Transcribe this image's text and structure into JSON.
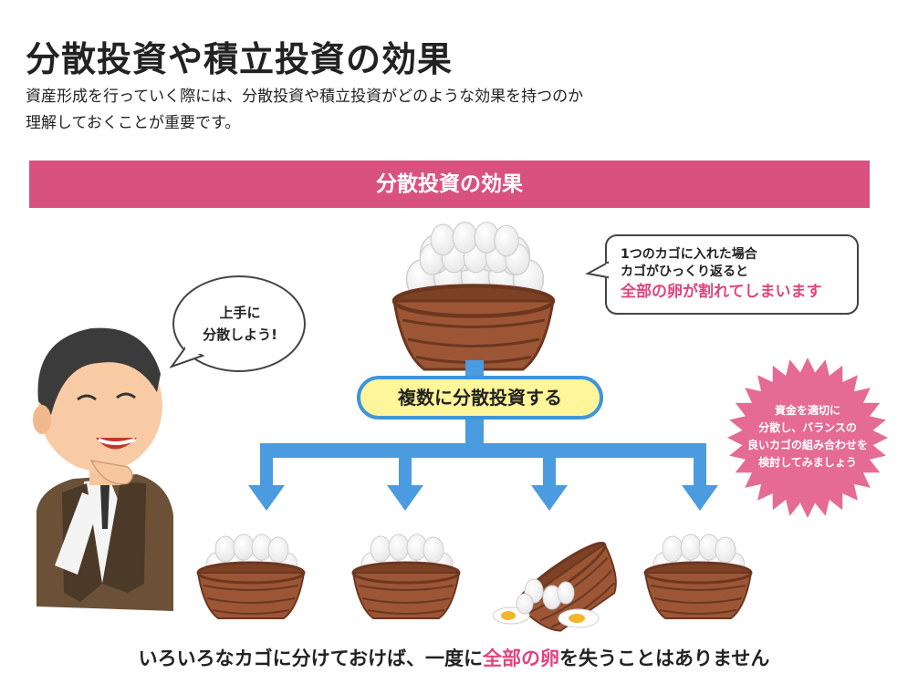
{
  "page": {
    "title": "分散投資や積立投資の効果",
    "intro_line1": "資産形成を行っていく際には、分散投資や積立投資がどのような効果を持つのか",
    "intro_line2": "理解しておくことが重要です。"
  },
  "banner": {
    "label": "分散投資の効果"
  },
  "speech_left": {
    "line1": "上手に",
    "line2": "分散しよう!"
  },
  "speech_right": {
    "line1": "1つのカゴに入れた場合",
    "line2": "カゴがひっくり返ると",
    "highlight": "全部の卵が割れてしまいます"
  },
  "center_label": "複数に分散投資する",
  "starburst": {
    "line1": "資金を適切に",
    "line2": "分散し、バランスの",
    "line3": "良いカゴの組み合わせを",
    "line4": "検討してみましょう"
  },
  "bottom": {
    "before": "いろいろなカゴに分けておけば、一度に",
    "highlight": "全部の卵",
    "after": "を失うことはありません"
  },
  "colors": {
    "banner": "#d9527f",
    "accent_text": "#e0457c",
    "arrow": "#4a9be0",
    "pill_fill": "#fff59a",
    "pill_border": "#3f95db",
    "starburst": "#e56b95",
    "basket": "#9c5636"
  },
  "icons": [
    "man-illustration",
    "egg-basket-icon",
    "arrow-down-icon",
    "tipped-basket-icon",
    "broken-egg-icon"
  ]
}
